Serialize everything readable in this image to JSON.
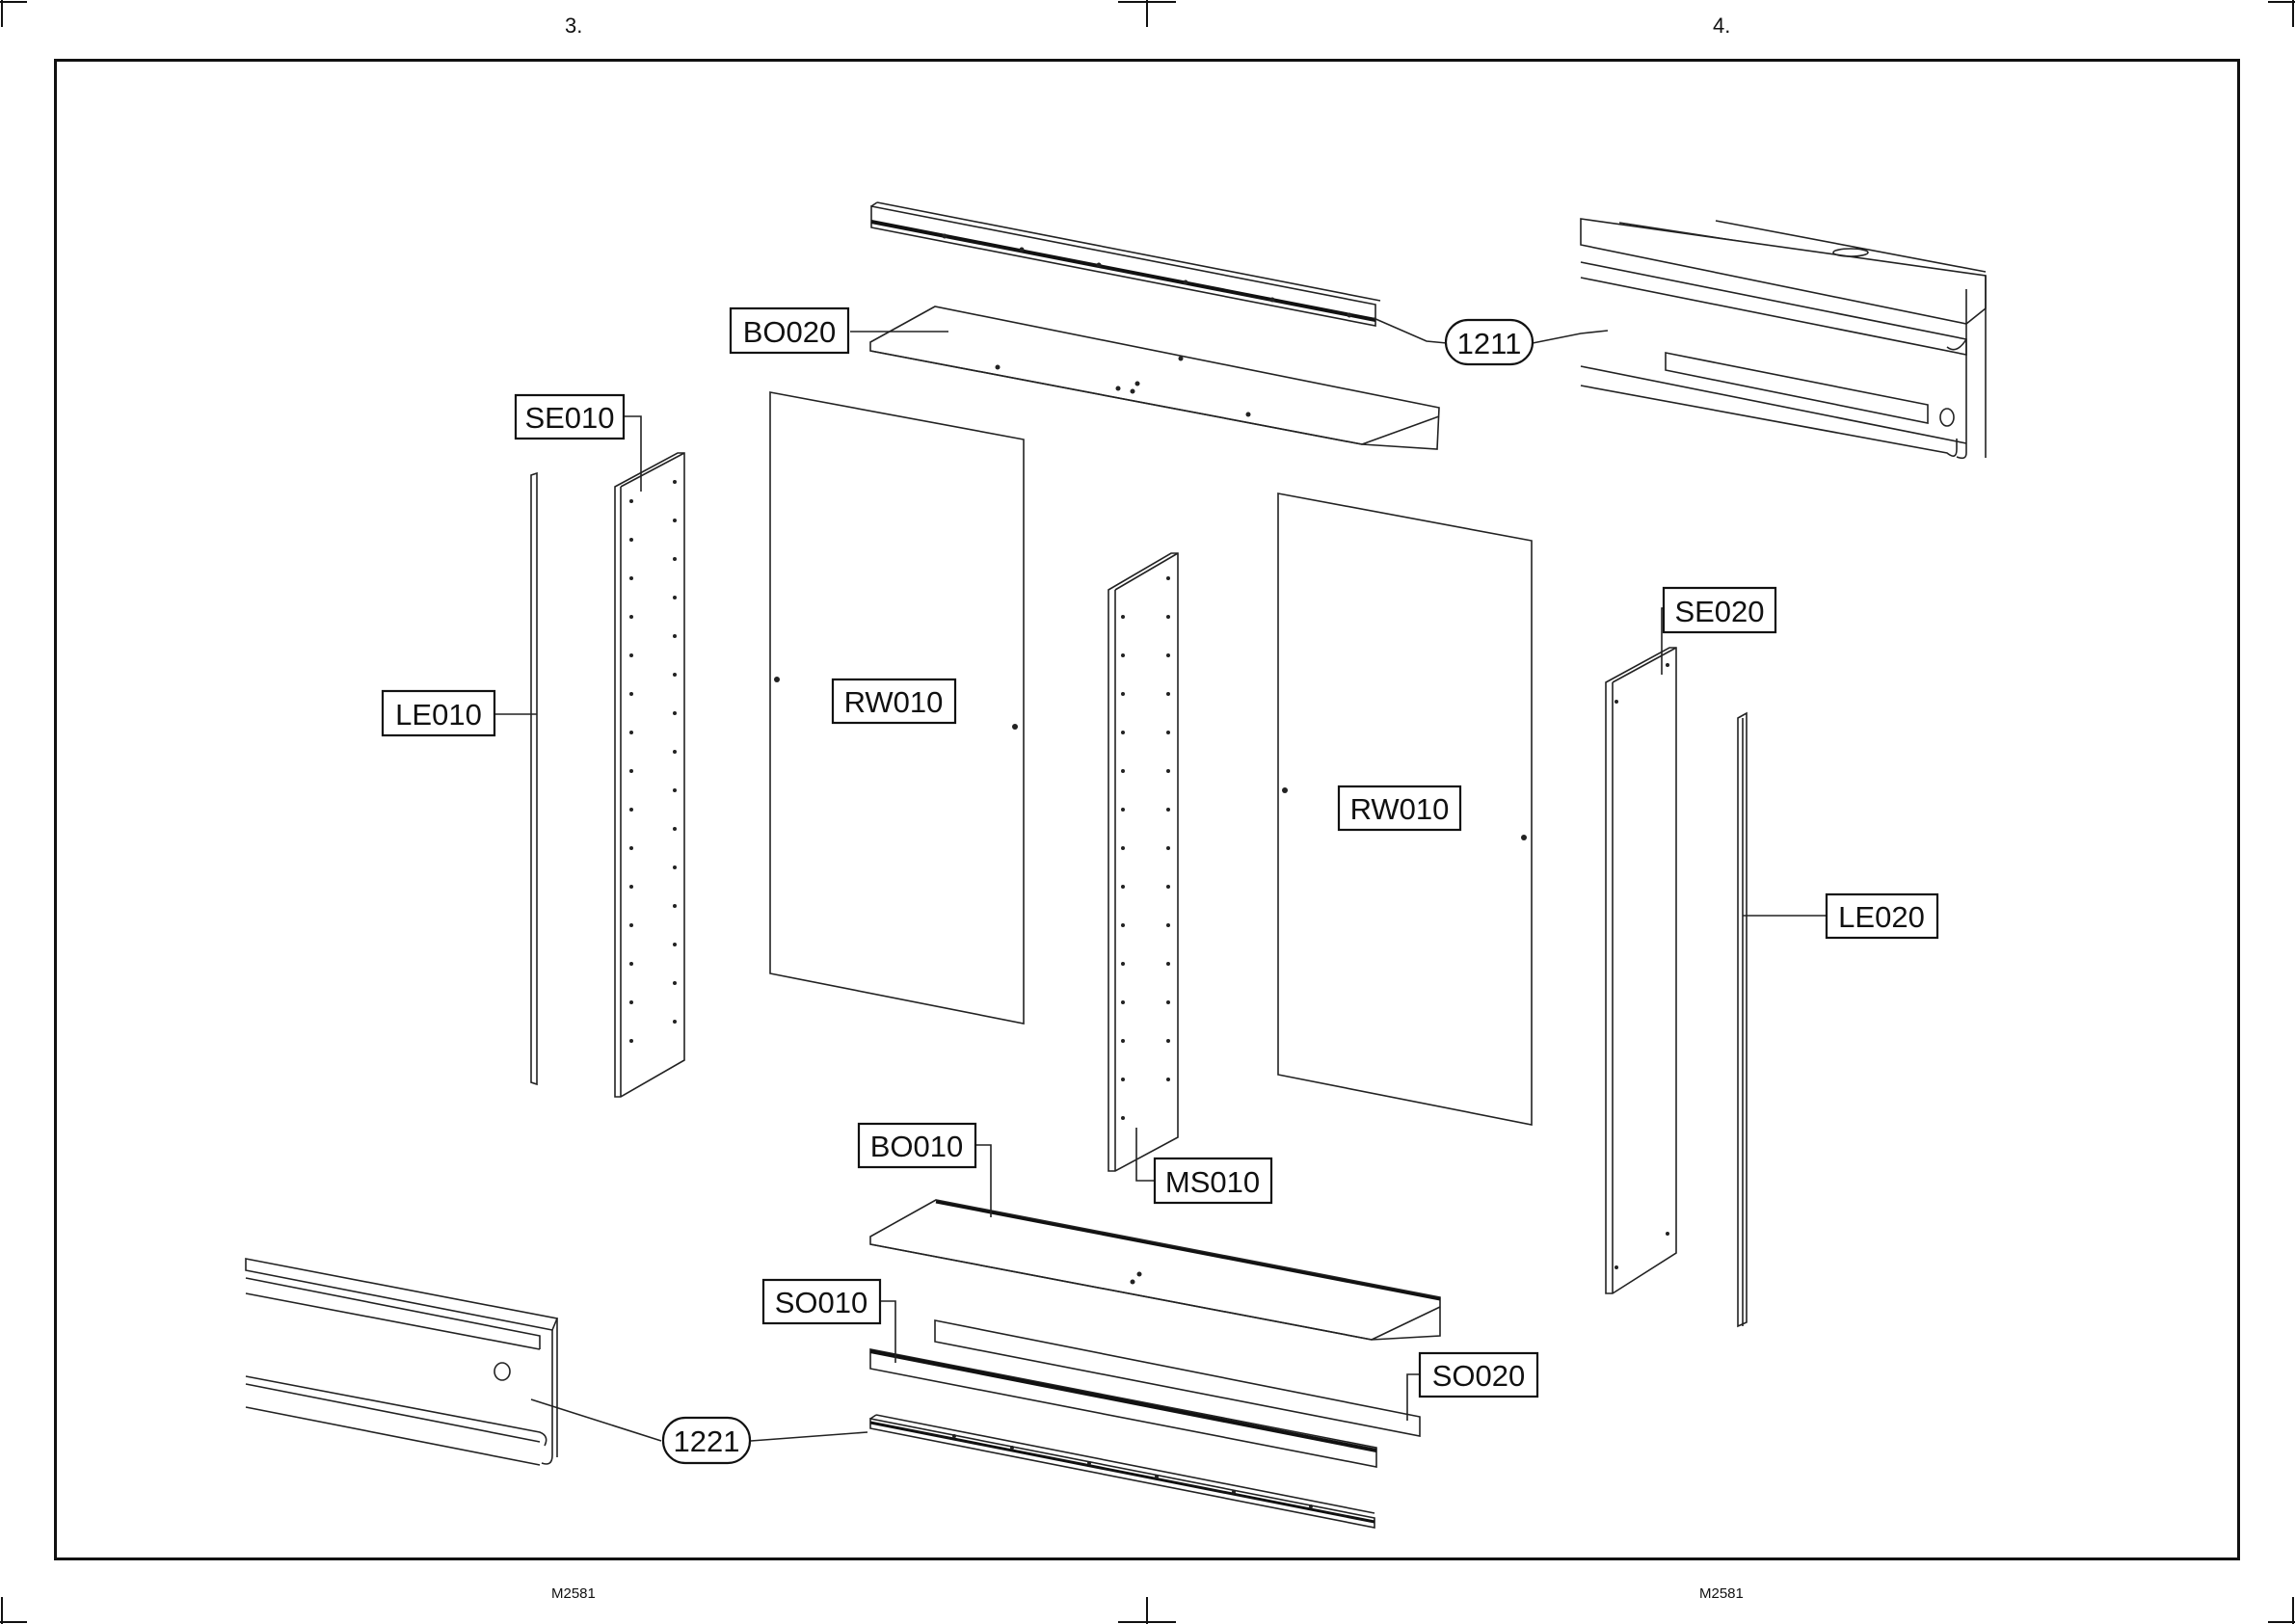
{
  "header": {
    "left_page": "3.",
    "right_page": "4."
  },
  "footer": {
    "left_code": "M2581",
    "right_code": "M2581"
  },
  "parts": {
    "bo020": "BO020",
    "hw1211": "1211",
    "se010": "SE010",
    "le010": "LE010",
    "rw010_left": "RW010",
    "rw010_right": "RW010",
    "se020": "SE020",
    "le020": "LE020",
    "bo010": "BO010",
    "ms010": "MS010",
    "so010": "SO010",
    "so020": "SO020",
    "hw1221": "1221"
  }
}
